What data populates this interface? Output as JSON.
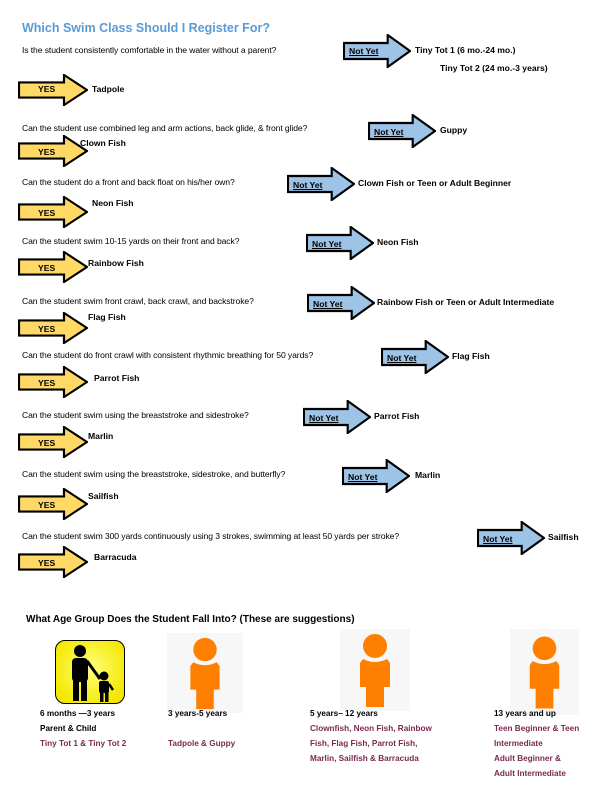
{
  "title": "Which Swim Class Should I Register For?",
  "not_yet_label": "Not Yet",
  "yes_label": "YES",
  "colors": {
    "title": "#5b9bd5",
    "not_yet_arrow": "#9dc3e6",
    "yes_arrow": "#ffd966",
    "class_text": "#7b2a50",
    "person_icon": "#ff8000"
  },
  "questions": [
    {
      "text": "Is the student consistently comfortable in the water without a parent?",
      "not_yet_result": "Tiny Tot 1 (6 mo.-24 mo.)",
      "not_yet_result2": "Tiny Tot 2 (24 mo.-3 years)",
      "yes_result": "Tadpole"
    },
    {
      "text": "Can the student use combined leg and arm actions, back glide, & front glide?",
      "not_yet_result": "Guppy",
      "yes_result": "Clown Fish"
    },
    {
      "text": "Can the student do a front and back float on his/her own?",
      "not_yet_result": "Clown Fish or Teen or Adult Beginner",
      "yes_result": "Neon Fish"
    },
    {
      "text": "Can the student swim 10-15 yards on their front and back?",
      "not_yet_result": "Neon Fish",
      "yes_result": "Rainbow Fish"
    },
    {
      "text": "Can the student swim front crawl, back crawl, and backstroke?",
      "not_yet_result": "Rainbow Fish or Teen  or Adult Intermediate",
      "yes_result": "Flag Fish"
    },
    {
      "text": "Can the student do front crawl with consistent rhythmic breathing for 50 yards?",
      "not_yet_result": "Flag Fish",
      "yes_result": "Parrot Fish"
    },
    {
      "text": "Can the student swim using the breaststroke and sidestroke?",
      "not_yet_result": "Parrot Fish",
      "yes_result": "Marlin"
    },
    {
      "text": "Can the student swim using the breaststroke, sidestroke, and butterfly?",
      "not_yet_result": "Marlin",
      "yes_result": "Sailfish"
    },
    {
      "text": "Can the student swim 300 yards continuously using 3 strokes, swimming at least 50 yards per stroke?",
      "not_yet_result": "Sailfish",
      "yes_result": "Barracuda"
    }
  ],
  "age_section": {
    "title": "What Age Group Does the Student Fall Into? (These are suggestions)",
    "groups": [
      {
        "icon": "parent-child-icon",
        "age": "6 months —3 years",
        "sub": "Parent & Child",
        "classes": [
          "Tiny Tot 1 & Tiny Tot 2"
        ]
      },
      {
        "icon": "person-icon",
        "age": "3 years-5 years",
        "classes": [
          "Tadpole & Guppy"
        ]
      },
      {
        "icon": "person-icon",
        "age": "5 years– 12 years",
        "classes": [
          "Clownfish, Neon Fish, Rainbow",
          "Fish, Flag Fish, Parrot Fish,",
          "Marlin, Sailfish & Barracuda"
        ]
      },
      {
        "icon": "person-icon",
        "age": "13 years and up",
        "classes": [
          "Teen Beginner & Teen",
          "Intermediate",
          "Adult Beginner &",
          "Adult Intermediate"
        ]
      }
    ]
  }
}
